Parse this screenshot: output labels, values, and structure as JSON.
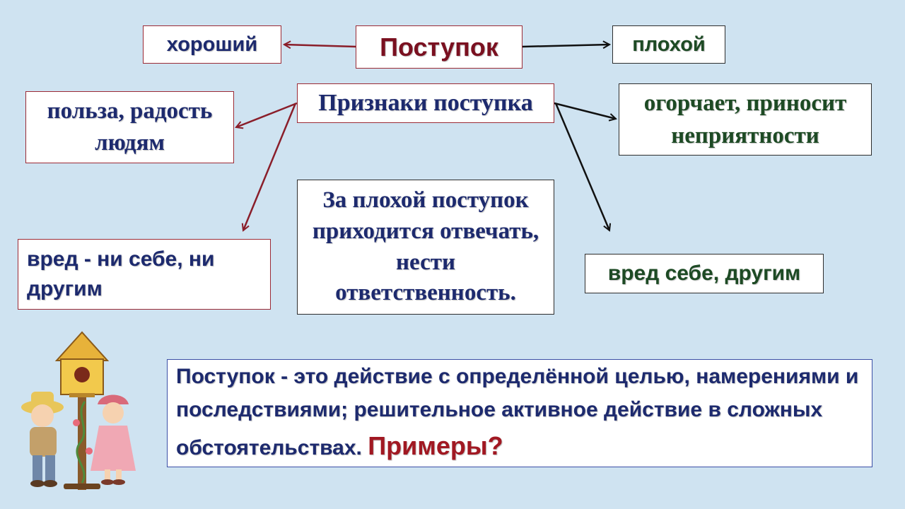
{
  "nodes": {
    "center_title": "Поступок",
    "good": "хороший",
    "bad": "плохой",
    "signs": "Признаки поступка",
    "good_sign_1": "польза, радость людям",
    "good_sign_2": "вред - ни себе, ни другим",
    "bad_sign_1": "огорчает, приносит неприятности",
    "bad_sign_2": "вред себе, другим",
    "responsibility": "За плохой поступок приходится отвечать, нести ответственность."
  },
  "definition": {
    "text": "Поступок - это действие с определённой целью, намерениями и последствиями; решительное активное действие в сложных обстоятельствах.",
    "question": "Примеры?"
  },
  "colors": {
    "background": "#cfe3f1",
    "maroon": "#7a1020",
    "navy": "#1d2a6e",
    "green": "#1d4a24",
    "red_accent": "#a11822"
  },
  "illustration": "children-by-birdhouse"
}
